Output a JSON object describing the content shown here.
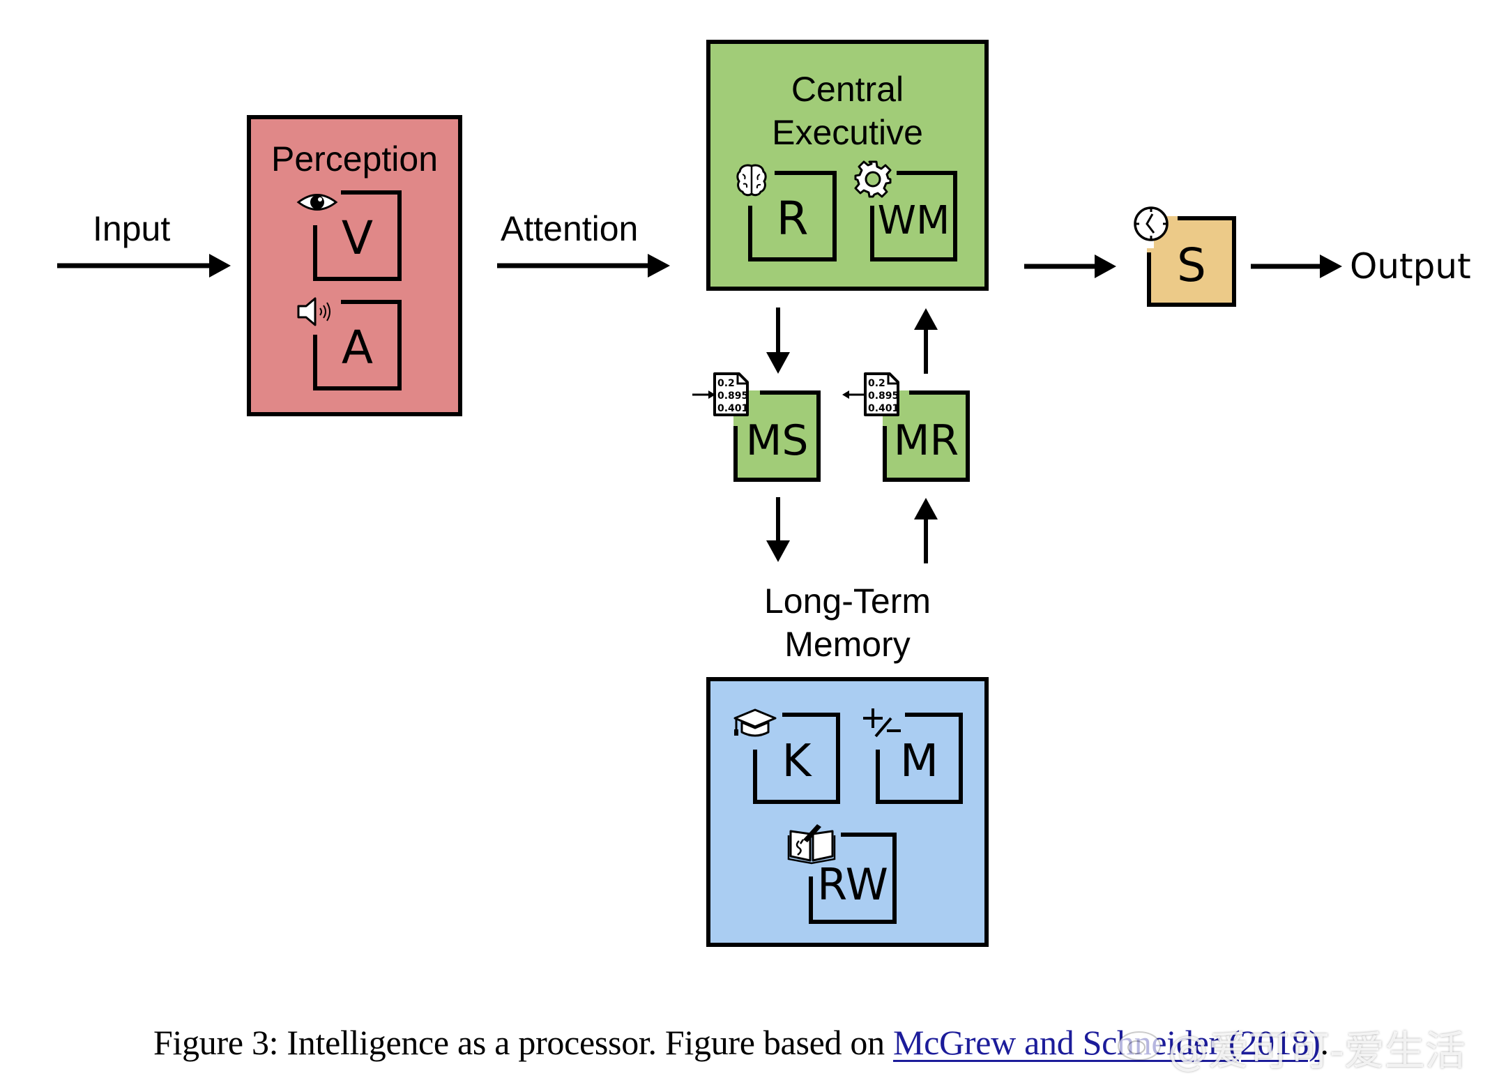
{
  "diagram": {
    "flow_labels": {
      "input": "Input",
      "attention": "Attention",
      "output": "Output"
    },
    "perception": {
      "title": "Perception",
      "color": "#e08888",
      "components": [
        {
          "letter": "V",
          "icon": "eye-icon"
        },
        {
          "letter": "A",
          "icon": "speaker-icon"
        }
      ]
    },
    "central_executive": {
      "title_line1": "Central",
      "title_line2": "Executive",
      "color": "#a1cc78",
      "components": [
        {
          "letter": "R",
          "icon": "brain-icon"
        },
        {
          "letter": "WM",
          "icon": "gear-icon"
        }
      ]
    },
    "memory_interfaces": [
      {
        "letter": "MS",
        "icon": "data-file-icon",
        "color": "#a1cc78",
        "doc_values": [
          "0.2",
          "0.895",
          "0.401"
        ]
      },
      {
        "letter": "MR",
        "icon": "data-file-icon",
        "color": "#a1cc78",
        "doc_values": [
          "0.2",
          "0.895",
          "0.401"
        ]
      }
    ],
    "long_term_memory": {
      "title_line1": "Long-Term",
      "title_line2": "Memory",
      "color": "#aacdf2",
      "components": [
        {
          "letter": "K",
          "icon": "graduation-cap-icon"
        },
        {
          "letter": "M",
          "icon": "plus-minus-icon"
        },
        {
          "letter": "RW",
          "icon": "book-pencil-icon"
        }
      ]
    },
    "speed": {
      "letter": "S",
      "icon": "clock-icon",
      "color": "#ecca88"
    }
  },
  "caption": {
    "prefix": "Figure 3: Intelligence as a processor. Figure based on ",
    "link_text": "McGrew and Schneider (2018)",
    "suffix": ".",
    "link_color": "#1c1c9a"
  },
  "watermark": {
    "text": "@爱可可-爱生活",
    "icon": "weibo-icon"
  }
}
